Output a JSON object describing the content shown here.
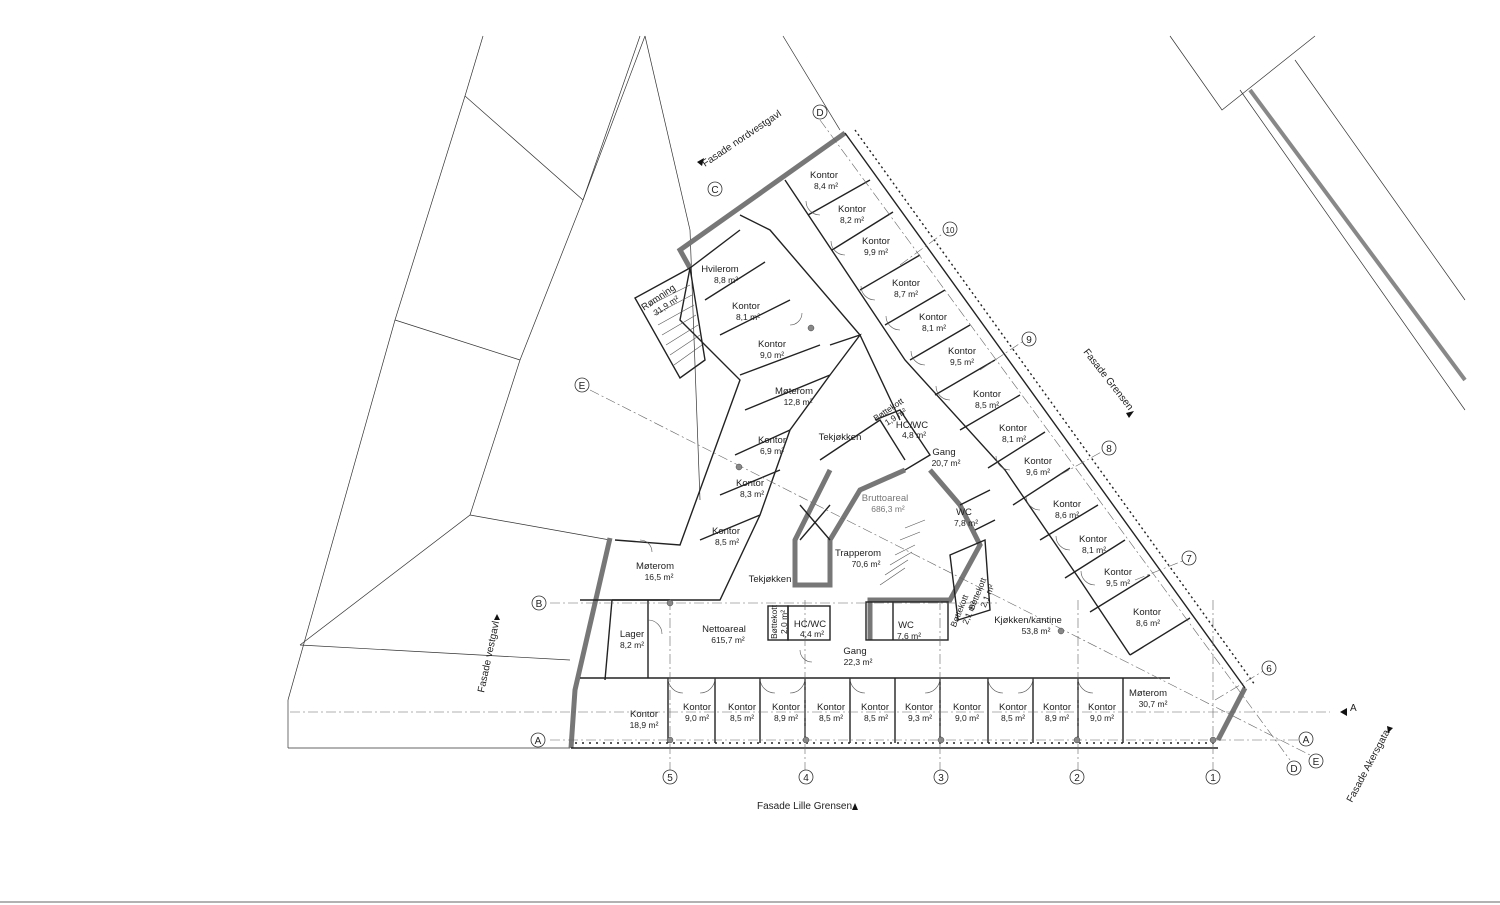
{
  "rooms": {
    "kontor_84": {
      "name": "Kontor",
      "area": "8,4 m²"
    },
    "kontor_82": {
      "name": "Kontor",
      "area": "8,2 m²"
    },
    "kontor_99": {
      "name": "Kontor",
      "area": "9,9 m²"
    },
    "kontor_87": {
      "name": "Kontor",
      "area": "8,7 m²"
    },
    "kontor_81a": {
      "name": "Kontor",
      "area": "8,1 m²"
    },
    "kontor_95a": {
      "name": "Kontor",
      "area": "9,5 m²"
    },
    "kontor_85a": {
      "name": "Kontor",
      "area": "8,5 m²"
    },
    "kontor_81b": {
      "name": "Kontor",
      "area": "8,1 m²"
    },
    "kontor_96": {
      "name": "Kontor",
      "area": "9,6 m²"
    },
    "kontor_86a": {
      "name": "Kontor",
      "area": "8,6 m²"
    },
    "kontor_81c": {
      "name": "Kontor",
      "area": "8,1 m²"
    },
    "kontor_95b": {
      "name": "Kontor",
      "area": "9,5 m²"
    },
    "kontor_86b": {
      "name": "Kontor",
      "area": "8,6 m²"
    },
    "hvilerom": {
      "name": "Hvilerom",
      "area": "8,8 m²"
    },
    "kontor_81w": {
      "name": "Kontor",
      "area": "8,1 m²"
    },
    "kontor_90w": {
      "name": "Kontor",
      "area": "9,0 m²"
    },
    "romning": {
      "name": "Rømning",
      "area": "31,9 m²"
    },
    "moterom_128": {
      "name": "Møterom",
      "area": "12,8 m²"
    },
    "kontor_69": {
      "name": "Kontor",
      "area": "6,9 m²"
    },
    "kontor_83": {
      "name": "Kontor",
      "area": "8,3 m²"
    },
    "kontor_85w": {
      "name": "Kontor",
      "area": "8,5 m²"
    },
    "moterom_165": {
      "name": "Møterom",
      "area": "16,5 m²"
    },
    "lager": {
      "name": "Lager",
      "area": "8,2 m²"
    },
    "tekjokken_1": {
      "name": "Tekjøkken"
    },
    "tekjokken_2": {
      "name": "Tekjøkken"
    },
    "baftekott_top": {
      "name": "Bøttekott",
      "area": "1,9 m²"
    },
    "hcwc_top": {
      "name": "HC/WC",
      "area": "4,8 m²"
    },
    "gang_top": {
      "name": "Gang",
      "area": "20,7 m²"
    },
    "bruttoareal": {
      "name": "Bruttoareal",
      "area": "686,3 m²"
    },
    "wc_right": {
      "name": "WC",
      "area": "7,8 m²"
    },
    "trapperom": {
      "name": "Trapperom",
      "area": "70,6 m²"
    },
    "baftekott_r1": {
      "name": "Bøttekott",
      "area": "2,1 m²"
    },
    "baftekott_r2": {
      "name": "Bøttekott",
      "area": "2,1 m²"
    },
    "nettoareal": {
      "name": "Nettoareal",
      "area": "615,7 m²"
    },
    "baftekott_bot": {
      "name": "Bøttekott",
      "area": "2,0 m²"
    },
    "hcwc_bot": {
      "name": "HC/WC",
      "area": "4,4 m²"
    },
    "wc_bot": {
      "name": "WC",
      "area": "7,6 m²"
    },
    "kjokken": {
      "name": "Kjøkken/kantine",
      "area": "53,8 m²"
    },
    "gang_bot": {
      "name": "Gang",
      "area": "22,3 m²"
    }
  },
  "bottom_row": [
    {
      "name": "Kontor",
      "area": "18,9 m²"
    },
    {
      "name": "Kontor",
      "area": "9,0 m²"
    },
    {
      "name": "Kontor",
      "area": "8,5 m²"
    },
    {
      "name": "Kontor",
      "area": "8,9 m²"
    },
    {
      "name": "Kontor",
      "area": "8,5 m²"
    },
    {
      "name": "Kontor",
      "area": "8,5 m²"
    },
    {
      "name": "Kontor",
      "area": "9,3 m²"
    },
    {
      "name": "Kontor",
      "area": "9,0 m²"
    },
    {
      "name": "Kontor",
      "area": "8,5 m²"
    },
    {
      "name": "Kontor",
      "area": "8,9 m²"
    },
    {
      "name": "Kontor",
      "area": "9,0 m²"
    },
    {
      "name": "Møterom",
      "area": "30,7 m²"
    }
  ],
  "axes": {
    "num": [
      "1",
      "2",
      "3",
      "4",
      "5",
      "6",
      "7",
      "8",
      "9",
      "10"
    ],
    "letters": {
      "A": "A",
      "B": "B",
      "C": "C",
      "D": "D",
      "E": "E"
    }
  },
  "facades": {
    "nordvest": "Fasade nordvestgavl",
    "grensen": "Fasade Grensen",
    "vest": "Fasade vestgavl",
    "lille_grensen": "Fasade Lille Grensen",
    "akersgata": "Fasade Akersgata",
    "section_a": "A"
  }
}
